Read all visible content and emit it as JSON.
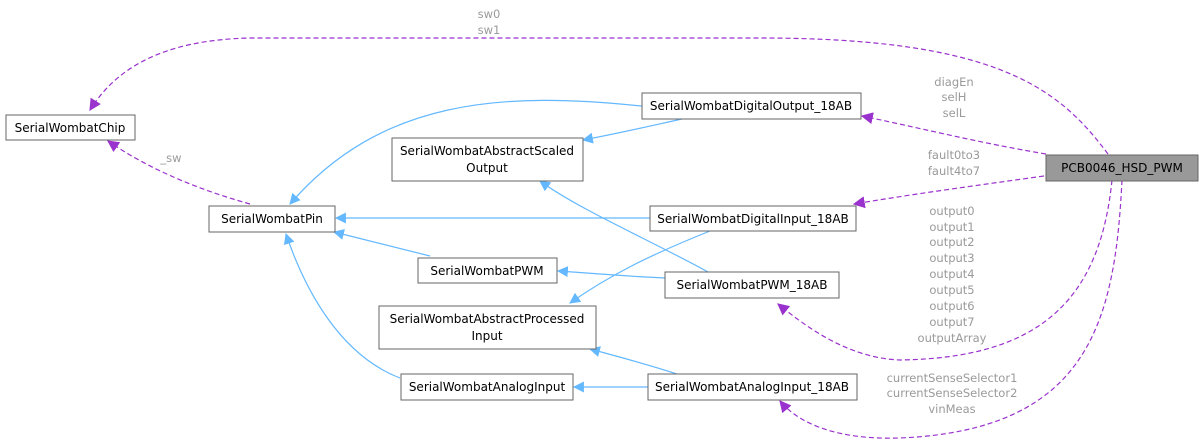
{
  "nodes": {
    "chip": "SerialWombatChip",
    "pin": "SerialWombatPin",
    "scaled_line1": "SerialWombatAbstractScaled",
    "scaled_line2": "Output",
    "pwm": "SerialWombatPWM",
    "processed_line1": "SerialWombatAbstractProcessed",
    "processed_line2": "Input",
    "analog": "SerialWombatAnalogInput",
    "digout": "SerialWombatDigitalOutput_18AB",
    "digin": "SerialWombatDigitalInput_18AB",
    "pwm18": "SerialWombatPWM_18AB",
    "analog18": "SerialWombatAnalogInput_18AB",
    "main": "PCB0046_HSD_PWM"
  },
  "edge_labels": {
    "sw0": "sw0",
    "sw1": "sw1",
    "sw": "_sw",
    "diagEn": "diagEn",
    "selH": "selH",
    "selL": "selL",
    "fault0to3": "fault0to3",
    "fault4to7": "fault4to7",
    "output0": "output0",
    "output1": "output1",
    "output2": "output2",
    "output3": "output3",
    "output4": "output4",
    "output5": "output5",
    "output6": "output6",
    "output7": "output7",
    "outputArray": "outputArray",
    "cs1": "currentSenseSelector1",
    "cs2": "currentSenseSelector2",
    "vinMeas": "vinMeas"
  },
  "colors": {
    "inheritance": "#63b8ff",
    "usage": "#9a32cd",
    "highlight_fill": "#999999",
    "label_gray": "#9a9a9a"
  }
}
